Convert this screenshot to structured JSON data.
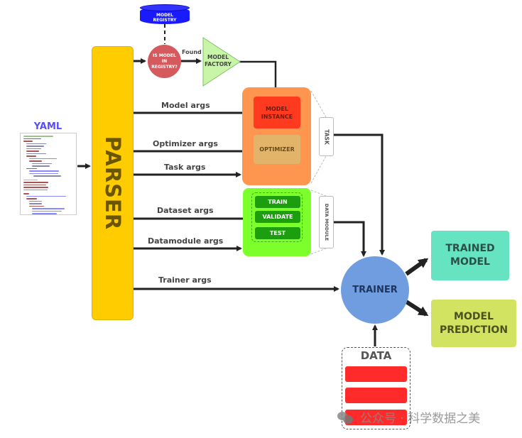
{
  "diagram": {
    "registry": {
      "label_line1": "MODEL",
      "label_line2": "REGISTRY"
    },
    "registry_check": {
      "label_line1": "IS MODEL",
      "label_line2": "IN",
      "label_line3": "REGISTRY?"
    },
    "found_label": "Found",
    "model_factory": {
      "label_line1": "MODEL",
      "label_line2": "FACTORY"
    },
    "yaml": {
      "title": "YAML"
    },
    "parser": {
      "label": "PARSER"
    },
    "args": {
      "model": "Model args",
      "optimizer": "Optimizer args",
      "task": "Task args",
      "dataset": "Dataset args",
      "datamodule": "Datamodule args",
      "trainer": "Trainer args"
    },
    "task_group": {
      "tag": "TASK",
      "model_instance_line1": "MODEL",
      "model_instance_line2": "INSTANCE",
      "optimizer": "OPTIMIZER"
    },
    "datamodule_group": {
      "tag": "DATA MODULE",
      "items": [
        "TRAIN",
        "VALIDATE",
        "TEST"
      ]
    },
    "trainer": {
      "label": "TRAINER"
    },
    "outputs": {
      "trained_line1": "TRAINED",
      "trained_line2": "MODEL",
      "prediction_line1": "MODEL",
      "prediction_line2": "PREDICTION"
    },
    "data": {
      "title": "DATA"
    },
    "colors": {
      "parser": "#ffcc00",
      "registry": "#1a1aff",
      "registry_check": "#d45a5e",
      "factory": "#c8f5a8",
      "task_group": "#ff9650",
      "model_instance": "#ff3a1f",
      "optimizer": "#e2b46a",
      "datamodule_group": "#7cff2a",
      "datamodule_item": "#1c9e0f",
      "trainer": "#6f9de0",
      "trained_model": "#66e3c0",
      "model_prediction": "#d2e362",
      "data_bar": "#ff2a2a"
    }
  },
  "watermark": {
    "text": "公众号 · 科学数据之美"
  }
}
